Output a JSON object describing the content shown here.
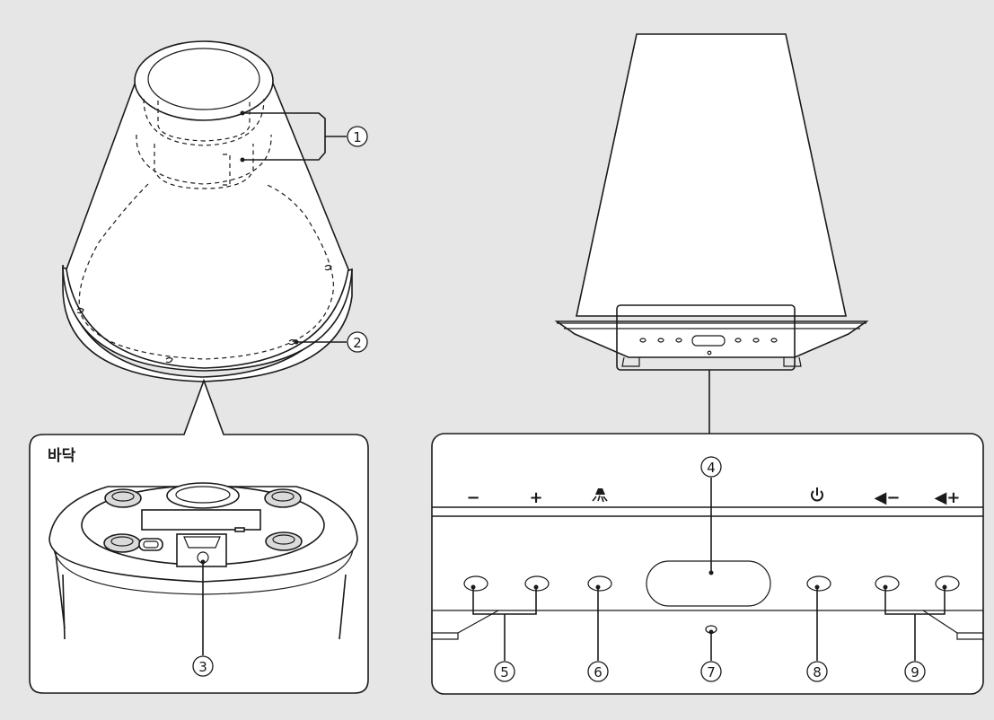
{
  "bottom_view": {
    "label": "바닥"
  },
  "callouts": {
    "c1": "1",
    "c2": "2",
    "c3": "3",
    "c4": "4",
    "c5": "5",
    "c6": "6",
    "c7": "7",
    "c8": "8",
    "c9": "9"
  },
  "panel_symbols": {
    "minus": "−",
    "plus": "+",
    "vol_down": "◀−",
    "vol_up": "◀+"
  },
  "icons": {
    "light": "light-icon",
    "power": "power-icon"
  }
}
